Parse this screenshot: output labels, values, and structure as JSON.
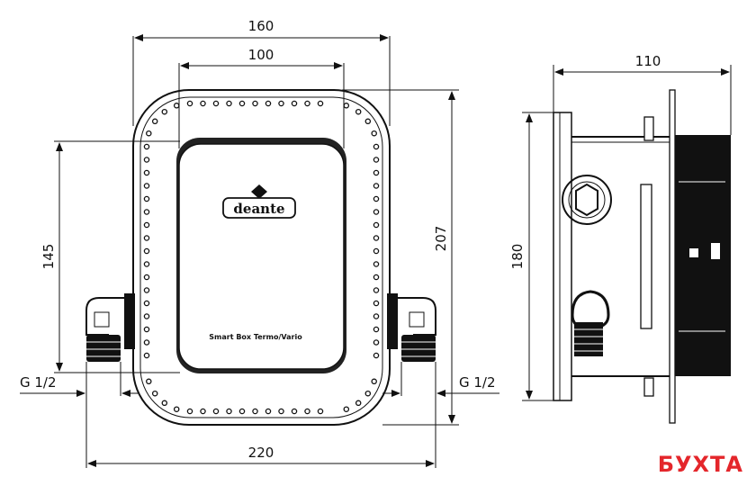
{
  "front_view": {
    "dim_width_outer": "160",
    "dim_width_inner": "100",
    "dim_height_inner": "145",
    "dim_height_outer": "207",
    "dim_thread_left": "G 1/2",
    "dim_thread_right": "G 1/2",
    "dim_total_width": "220",
    "cover_brand": "deante",
    "cover_product": "Smart Box Termo/Vario"
  },
  "side_view": {
    "dim_depth": "110",
    "dim_height": "180"
  },
  "watermark": "БУХТА"
}
